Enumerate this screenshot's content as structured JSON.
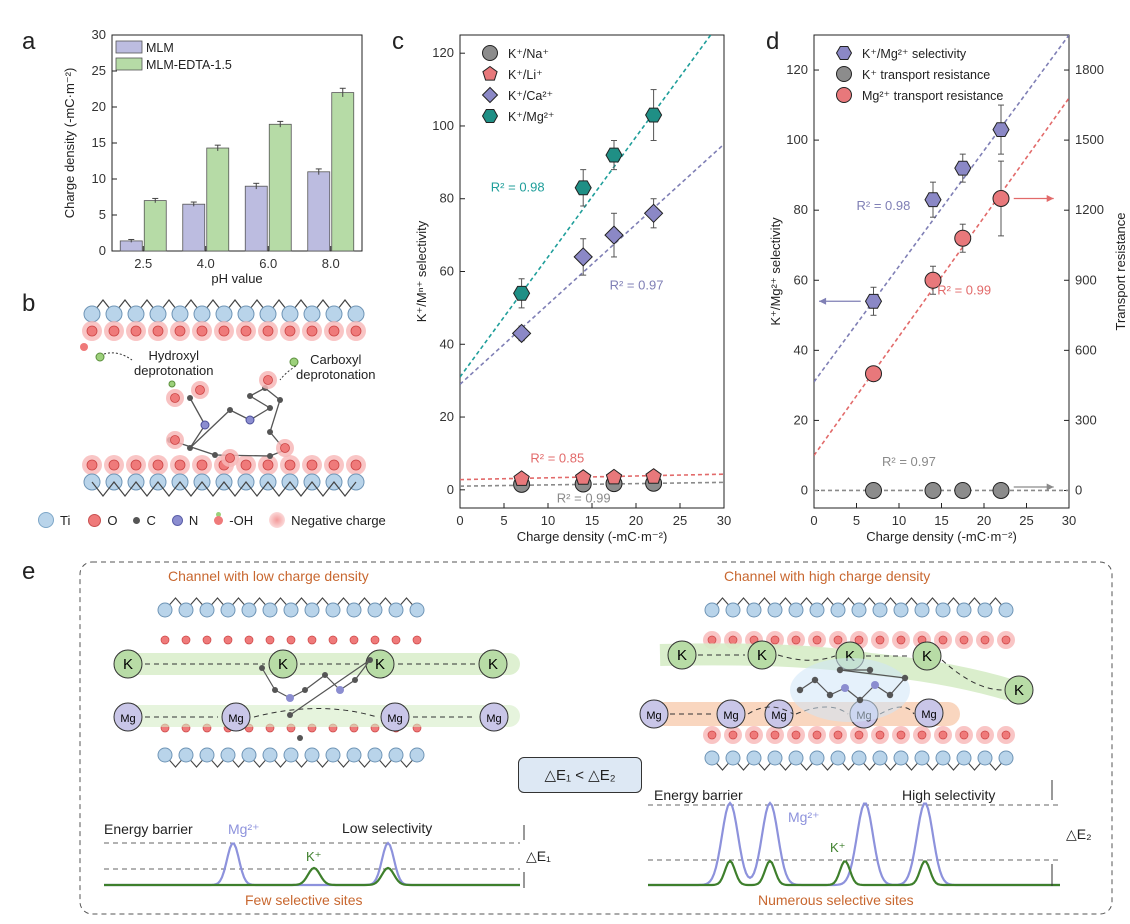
{
  "panels": {
    "a": "a",
    "b": "b",
    "c": "c",
    "d": "d",
    "e": "e"
  },
  "chart_data": [
    {
      "panel": "a",
      "type": "bar",
      "categories": [
        "2.5",
        "4.0",
        "6.0",
        "8.0"
      ],
      "series": [
        {
          "name": "MLM",
          "values": [
            1.4,
            6.5,
            9.0,
            11.0
          ],
          "errors": [
            0.2,
            0.3,
            0.4,
            0.4
          ],
          "color": "#bcbce0"
        },
        {
          "name": "MLM-EDTA-1.5",
          "values": [
            7.0,
            14.3,
            17.6,
            22.0
          ],
          "errors": [
            0.3,
            0.4,
            0.4,
            0.6
          ],
          "color": "#b6dba6"
        }
      ],
      "xlabel": "pH value",
      "ylabel": "Charge density (-mC·m⁻²)",
      "ylim": [
        0,
        30
      ],
      "yticks": [
        "0",
        "5",
        "10",
        "15",
        "20",
        "25",
        "30"
      ],
      "legend": "top-left"
    },
    {
      "panel": "c",
      "type": "scatter",
      "x": [
        7,
        14,
        17.5,
        22
      ],
      "series": [
        {
          "name": "K⁺/Na⁺",
          "marker": "circle",
          "color": "#8c8c8c",
          "values": [
            1.5,
            1.6,
            1.7,
            1.8
          ],
          "errors": [
            0.3,
            0.3,
            0.3,
            0.3
          ],
          "fit": [
            1.0,
            0.035
          ],
          "fitColor": "#8a8a8a"
        },
        {
          "name": "K⁺/Li⁺",
          "marker": "pentagon",
          "color": "#e8787b",
          "values": [
            3.0,
            3.3,
            3.4,
            3.6
          ],
          "errors": [
            0.3,
            0.3,
            0.3,
            0.3
          ],
          "fit": [
            2.8,
            0.05
          ],
          "fitColor": "#e26a6a"
        },
        {
          "name": "K⁺/Ca²⁺",
          "marker": "diamond",
          "color": "#8b88c6",
          "values": [
            43,
            64,
            70,
            76
          ],
          "errors": [
            2,
            5,
            6,
            4
          ],
          "fit": [
            29,
            2.2
          ],
          "fitColor": "#7f7fb5"
        },
        {
          "name": "K⁺/Mg²⁺",
          "marker": "hexagon",
          "color": "#1f8f85",
          "values": [
            54,
            83,
            92,
            103
          ],
          "errors": [
            4,
            5,
            4,
            7
          ],
          "fit": [
            31,
            3.3
          ],
          "fitColor": "#1f9e9a"
        }
      ],
      "annotations": [
        {
          "text": "R² = 0.98",
          "x": 3.5,
          "y": 82,
          "color": "#1f9e9a"
        },
        {
          "text": "R² = 0.97",
          "x": 17,
          "y": 55,
          "color": "#7f7fb5"
        },
        {
          "text": "R² = 0.85",
          "x": 8,
          "y": 7.5,
          "color": "#e26a6a"
        },
        {
          "text": "R² = 0.99",
          "x": 11,
          "y": -3.5,
          "color": "#8a8a8a"
        }
      ],
      "xlabel": "Charge density (-mC·m⁻²)",
      "ylabel": "K⁺/Mⁿ⁺ selectivity",
      "xlim": [
        0,
        30
      ],
      "ylim": [
        -5,
        125
      ],
      "xticks": [
        "0",
        "5",
        "10",
        "15",
        "20",
        "25",
        "30"
      ],
      "yticks": [
        "0",
        "20",
        "40",
        "60",
        "80",
        "100",
        "120"
      ],
      "legend": "top-left"
    },
    {
      "panel": "d",
      "type": "scatter",
      "x": [
        7,
        14,
        17.5,
        22
      ],
      "series": [
        {
          "name": "K⁺/Mg²⁺ selectivity",
          "marker": "hexagon",
          "color": "#8b88c6",
          "axis": "left",
          "values": [
            54,
            83,
            92,
            103
          ],
          "errors": [
            4,
            5,
            4,
            7
          ],
          "fit": [
            31,
            3.3
          ],
          "fitColor": "#7f7fb5"
        },
        {
          "name": "K⁺ transport resistance",
          "marker": "circle",
          "color": "#8c8c8c",
          "axis": "right",
          "values": [
            0,
            0,
            0,
            0
          ],
          "errors": [
            0,
            0,
            0,
            0
          ],
          "fit": [
            0,
            0
          ],
          "fitColor": "#8a8a8a"
        },
        {
          "name": "Mg²⁺ transport resistance",
          "marker": "circle",
          "color": "#e8787b",
          "axis": "right",
          "values": [
            500,
            900,
            1080,
            1250
          ],
          "errors": [
            0,
            60,
            60,
            160
          ],
          "fit": [
            150,
            51
          ],
          "fitColor": "#e26a6a"
        }
      ],
      "annotations": [
        {
          "text": "R² = 0.98",
          "x": 5,
          "y": 80,
          "color": "#7f7fb5"
        },
        {
          "text": "R² = 0.99",
          "x": 14.5,
          "y": 56,
          "color": "#e26a6a"
        },
        {
          "text": "R² = 0.97",
          "x": 8,
          "y": 7,
          "color": "#8a8a8a"
        }
      ],
      "xlabel": "Charge density (-mC·m⁻²)",
      "ylabel": "K⁺/Mg²⁺ selectivity",
      "y2label": "Transport resistance",
      "xlim": [
        0,
        30
      ],
      "ylim": [
        -5,
        130
      ],
      "y2lim": [
        -75,
        1950
      ],
      "xticks": [
        "0",
        "5",
        "10",
        "15",
        "20",
        "25",
        "30"
      ],
      "yticks": [
        "0",
        "20",
        "40",
        "60",
        "80",
        "100",
        "120"
      ],
      "y2ticks": [
        "0",
        "300",
        "600",
        "900",
        "1200",
        "1500",
        "1800"
      ],
      "legend": "top-left"
    }
  ],
  "panel_b": {
    "labels": {
      "hydroxyl": "Hydroxyl",
      "hydroxyl2": "deprotonation",
      "carboxyl": "Carboxyl",
      "carboxyl2": "deprotonation"
    },
    "legend": [
      {
        "symbol": "Ti",
        "label": "Ti"
      },
      {
        "symbol": "O",
        "label": "O"
      },
      {
        "symbol": "C",
        "label": "C"
      },
      {
        "symbol": "N",
        "label": "N"
      },
      {
        "symbol": "OH",
        "label": "-OH"
      },
      {
        "symbol": "neg",
        "label": "Negative charge"
      }
    ],
    "colors": {
      "ti": "#b9d4ea",
      "o": "#ef7a7a",
      "c": "#555555",
      "n": "#8b8dd0",
      "oh": "#9cd07b",
      "neg": "#f7b7b7"
    }
  },
  "panel_e": {
    "left_title": "Channel with low charge density",
    "right_title": "Channel with high charge density",
    "ion_k": "K",
    "ion_mg": "Mg",
    "delta": "△E₁ < △E₂",
    "left_energy": {
      "barrier": "Energy barrier",
      "mg": "Mg²⁺",
      "k": "K⁺",
      "sel": "Low selectivity",
      "delta": "△E₁",
      "sites": "Few selective sites"
    },
    "right_energy": {
      "barrier": "Energy barrier",
      "mg": "Mg²⁺",
      "k": "K⁺",
      "sel": "High selectivity",
      "delta": "△E₂",
      "sites": "Numerous selective sites"
    },
    "colors": {
      "title": "#c8672f",
      "k": "#b8dca6",
      "mg": "#c9c6e8",
      "mg_curve": "#8d92dc",
      "k_curve": "#3e7f2c"
    }
  }
}
